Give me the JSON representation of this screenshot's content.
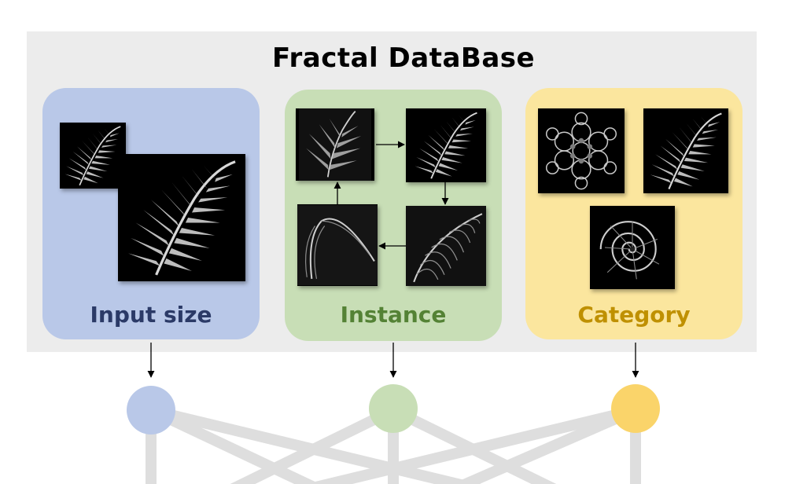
{
  "title": "Fractal DataBase",
  "cards": [
    {
      "label": "Input size",
      "color": "#2b3a67",
      "bg": "#b9c8e8"
    },
    {
      "label": "Instance",
      "color": "#548235",
      "bg": "#c8deb6"
    },
    {
      "label": "Category",
      "color": "#bf9000",
      "bg": "#fbe69e"
    }
  ],
  "nodes": [
    {
      "color": "#b9c8e8"
    },
    {
      "color": "#c8deb6"
    },
    {
      "color": "#fad46a"
    }
  ],
  "icons": [
    "fern-icon",
    "snowflake-fractal-icon",
    "spiral-shell-icon"
  ]
}
